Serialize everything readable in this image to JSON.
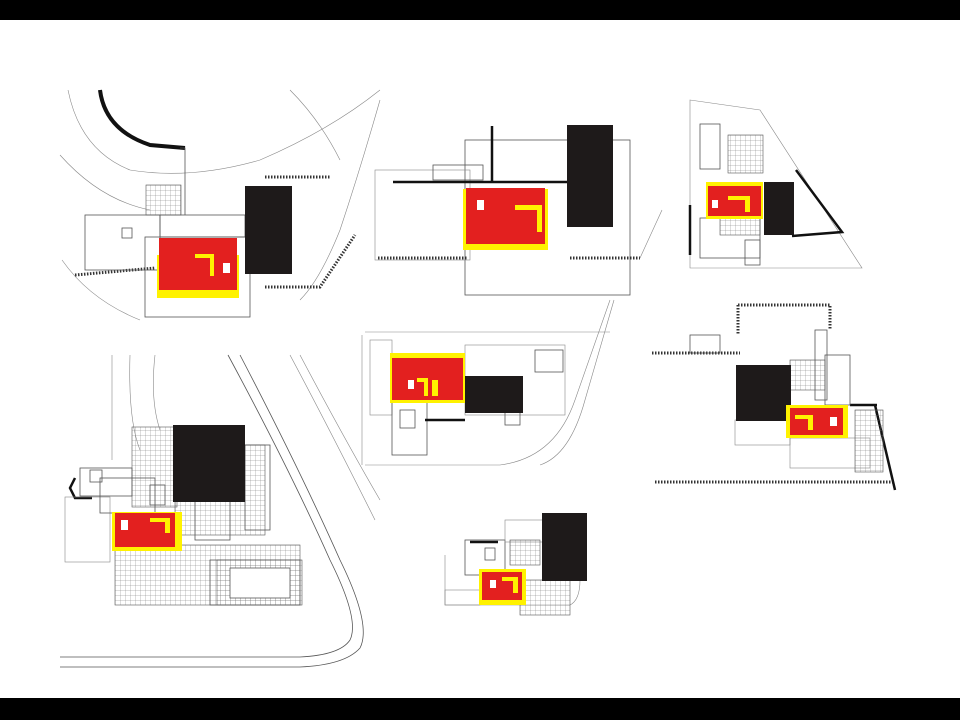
{
  "colors": {
    "background": "#000000",
    "sheet": "#ffffff",
    "solid_volume": "#1e1a1a",
    "highlight_primary": "#e3201f",
    "highlight_secondary": "#fff200"
  },
  "plans": [
    {
      "id": "plan-1"
    },
    {
      "id": "plan-2"
    },
    {
      "id": "plan-3"
    },
    {
      "id": "plan-4"
    },
    {
      "id": "plan-5"
    },
    {
      "id": "plan-6"
    },
    {
      "id": "plan-7"
    }
  ]
}
